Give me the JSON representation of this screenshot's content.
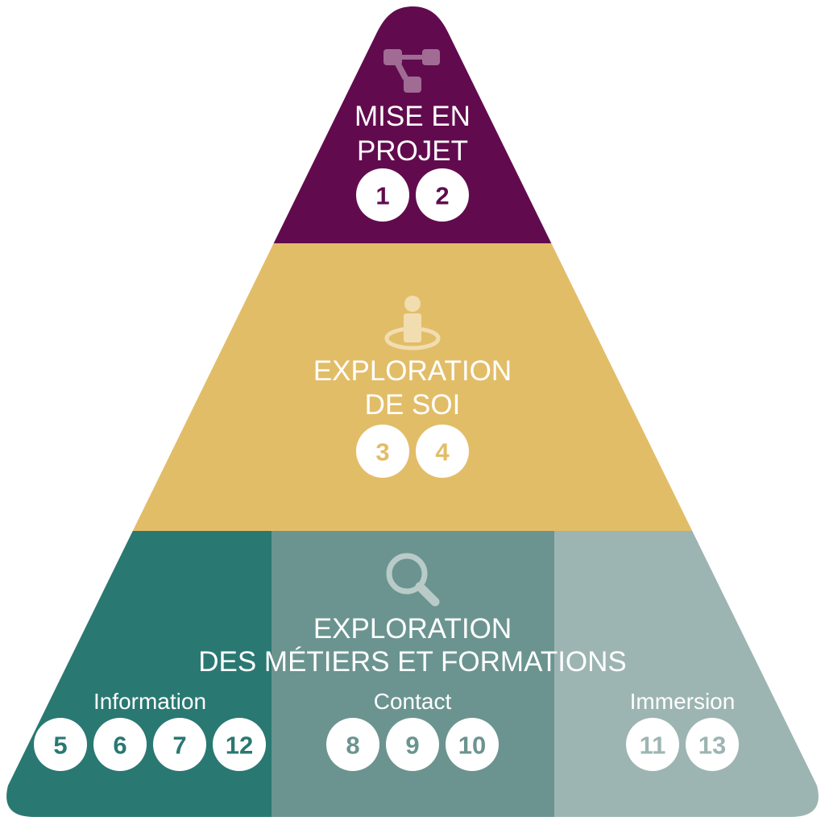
{
  "colors": {
    "top": "#610b4e",
    "middle": "#e2bd68",
    "bottom_left": "#2a7872",
    "bottom_mid": "#6b9490",
    "bottom_right": "#9db5b2",
    "icon_top": "#a06c94",
    "icon_middle": "#f2ddb0",
    "icon_bottom": "#b9cbc9",
    "text": "#ffffff"
  },
  "top": {
    "icon": "process-flow-icon",
    "title_line1": "MISE EN",
    "title_line2": "PROJET",
    "badges": [
      "1",
      "2"
    ]
  },
  "middle": {
    "icon": "person-target-icon",
    "title_line1": "EXPLORATION",
    "title_line2": "DE SOI",
    "badges": [
      "3",
      "4"
    ]
  },
  "bottom": {
    "icon": "magnifier-icon",
    "title_line1": "EXPLORATION",
    "title_line2": "DES MÉTIERS ET FORMATIONS",
    "groups": [
      {
        "label": "Information",
        "badges": [
          "5",
          "6",
          "7",
          "12"
        ]
      },
      {
        "label": "Contact",
        "badges": [
          "8",
          "9",
          "10"
        ]
      },
      {
        "label": "Immersion",
        "badges": [
          "11",
          "13"
        ]
      }
    ]
  }
}
